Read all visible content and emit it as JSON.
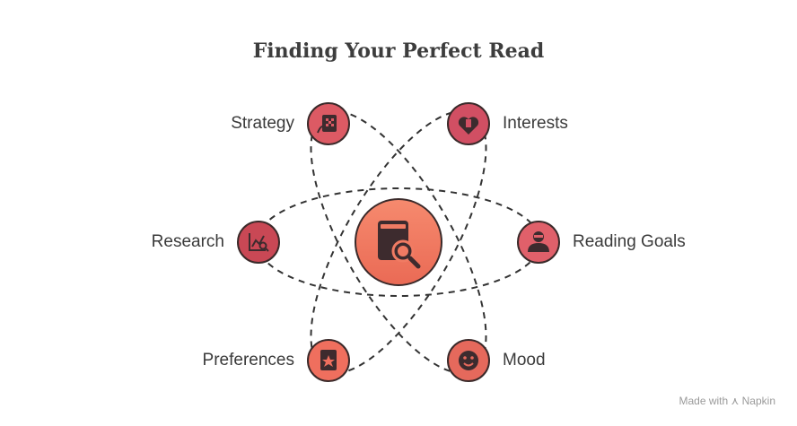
{
  "title": "Finding Your Perfect Read",
  "center": {
    "icon": "book-search-icon"
  },
  "nodes": [
    {
      "id": "strategy",
      "label": "Strategy",
      "icon": "chess-board-icon",
      "color": "#dc5a64"
    },
    {
      "id": "interests",
      "label": "Interests",
      "icon": "heart-bookmark-icon",
      "color": "#d14f63"
    },
    {
      "id": "research",
      "label": "Research",
      "icon": "chart-search-icon",
      "color": "#c94855"
    },
    {
      "id": "reading-goals",
      "label": "Reading Goals",
      "icon": "person-icon",
      "color": "#e0606a"
    },
    {
      "id": "preferences",
      "label": "Preferences",
      "icon": "star-bookmark-icon",
      "color": "#ef6f5e"
    },
    {
      "id": "mood",
      "label": "Mood",
      "icon": "smile-icon",
      "color": "#e5695c"
    }
  ],
  "watermark": "Made with ⋏ Napkin"
}
